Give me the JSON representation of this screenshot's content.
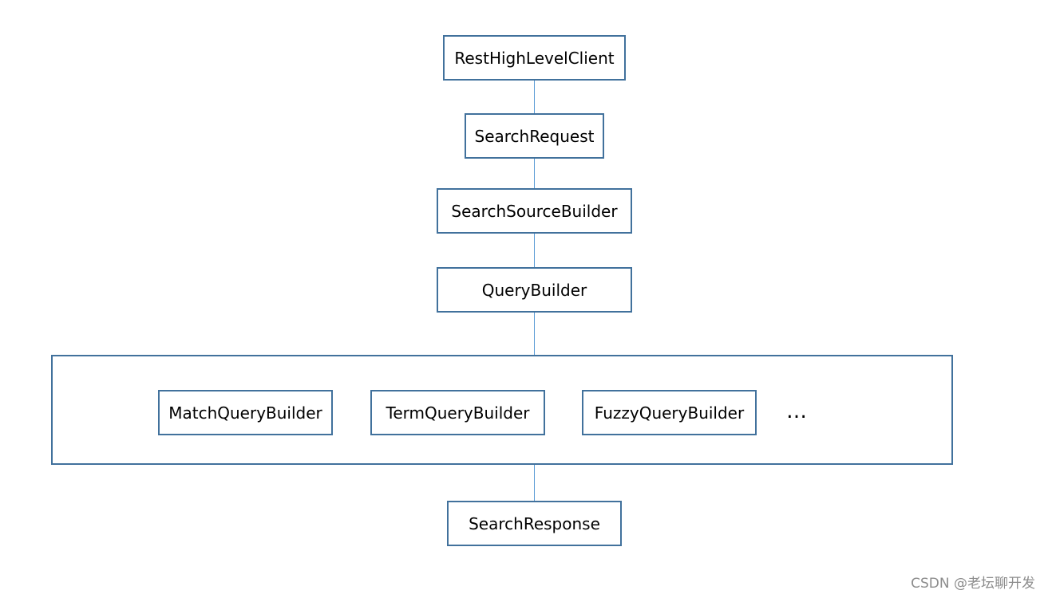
{
  "diagram": {
    "nodes": {
      "client": "RestHighLevelClient",
      "request": "SearchRequest",
      "source_builder": "SearchSourceBuilder",
      "query_builder": "QueryBuilder",
      "match_query_builder": "MatchQueryBuilder",
      "term_query_builder": "TermQueryBuilder",
      "fuzzy_query_builder": "FuzzyQueryBuilder",
      "more": "…",
      "response": "SearchResponse"
    },
    "edges": [
      [
        "client",
        "request"
      ],
      [
        "request",
        "source_builder"
      ],
      [
        "source_builder",
        "query_builder"
      ],
      [
        "query_builder",
        "query_builder_types"
      ],
      [
        "query_builder_types",
        "response"
      ]
    ],
    "colors": {
      "box_border": "#41719c",
      "connector": "#5b9bd5",
      "text": "#000000",
      "watermark": "#8c8c8c"
    }
  },
  "watermark": "CSDN @老坛聊开发"
}
